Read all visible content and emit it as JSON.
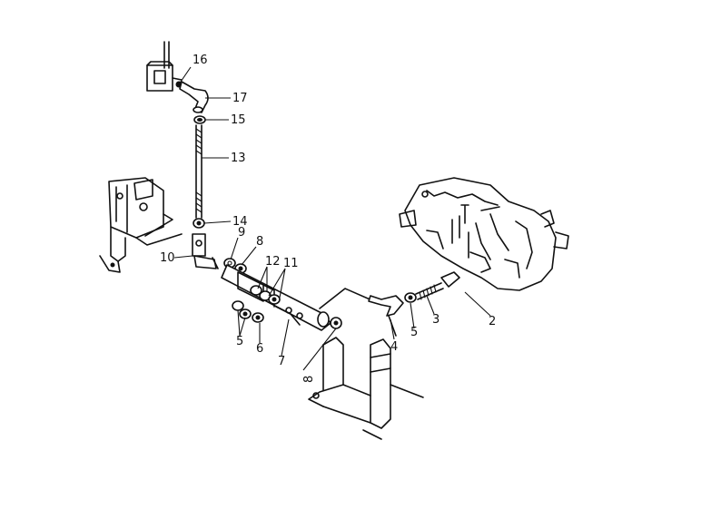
{
  "callouts": [
    {
      "id": "16",
      "label": "16"
    },
    {
      "id": "17",
      "label": "17"
    },
    {
      "id": "15",
      "label": "15"
    },
    {
      "id": "13",
      "label": "13"
    },
    {
      "id": "14",
      "label": "14"
    },
    {
      "id": "9",
      "label": "9"
    },
    {
      "id": "8a",
      "label": "8"
    },
    {
      "id": "10",
      "label": "10"
    },
    {
      "id": "12",
      "label": "12"
    },
    {
      "id": "11",
      "label": "11"
    },
    {
      "id": "5a",
      "label": "5"
    },
    {
      "id": "6",
      "label": "6"
    },
    {
      "id": "7",
      "label": "7"
    },
    {
      "id": "8b",
      "label": "8"
    },
    {
      "id": "4",
      "label": "4"
    },
    {
      "id": "5b",
      "label": "5"
    },
    {
      "id": "3",
      "label": "3"
    },
    {
      "id": "2",
      "label": "2"
    }
  ]
}
